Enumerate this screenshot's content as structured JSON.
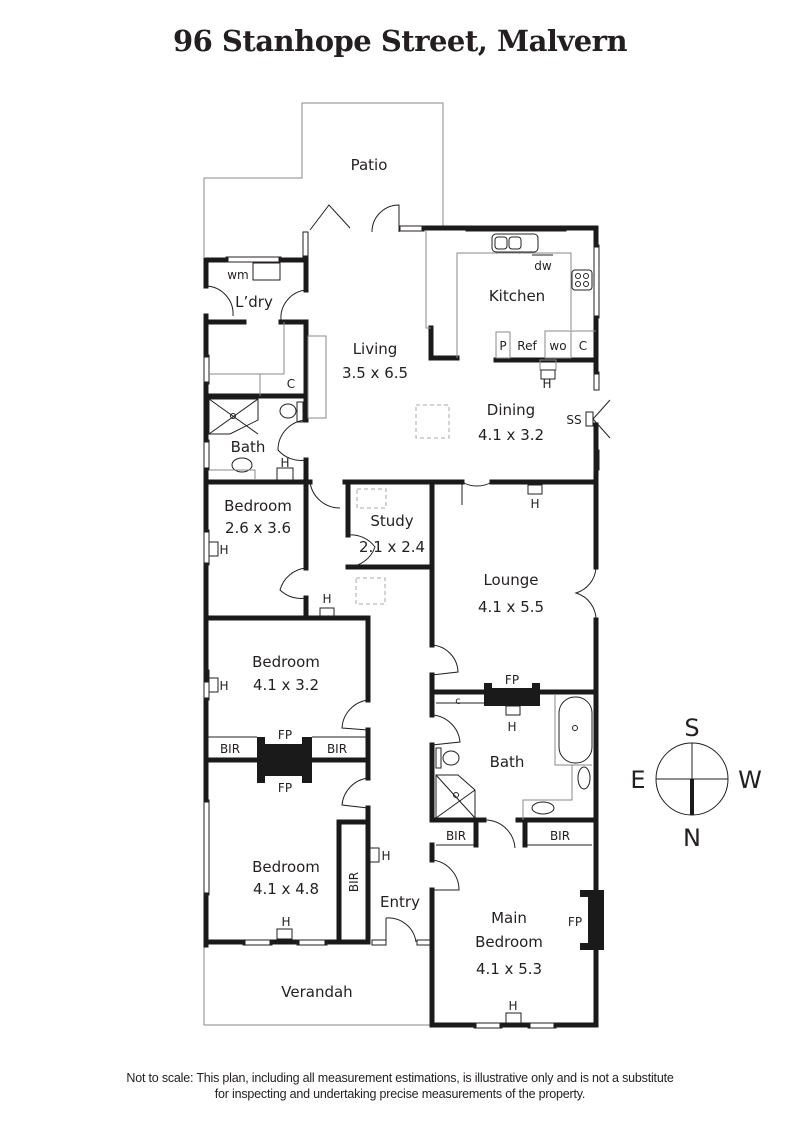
{
  "title": "96 Stanhope Street, Malvern",
  "rooms": {
    "patio": {
      "name": "Patio"
    },
    "laundry": {
      "name": "L’dry",
      "fixtures": [
        "wm"
      ]
    },
    "living": {
      "name": "Living",
      "size": "3.5 x 6.5"
    },
    "kitchen": {
      "name": "Kitchen",
      "fixtures": [
        "dw",
        "P",
        "Ref",
        "wo",
        "C"
      ]
    },
    "dining": {
      "name": "Dining",
      "size": "4.1 x 3.2",
      "fixtures": [
        "SS",
        "H"
      ]
    },
    "bath_rear": {
      "name": "Bath",
      "fixtures": [
        "C",
        "H"
      ]
    },
    "bedroom_1": {
      "name": "Bedroom",
      "size": "2.6 x 3.6",
      "fixtures": [
        "H"
      ]
    },
    "study": {
      "name": "Study",
      "size": "2.1 x 2.4"
    },
    "lounge": {
      "name": "Lounge",
      "size": "4.1 x 5.5",
      "fixtures": [
        "H"
      ]
    },
    "hall": {
      "fixtures": [
        "H"
      ]
    },
    "bedroom_2": {
      "name": "Bedroom",
      "size": "4.1 x 3.2",
      "fixtures": [
        "H",
        "BIR",
        "FP",
        "BIR"
      ]
    },
    "bath_main": {
      "name": "Bath",
      "fixtures": [
        "c",
        "FP",
        "H",
        "BIR",
        "BIR"
      ]
    },
    "bedroom_3": {
      "name": "Bedroom",
      "size": "4.1 x 4.8",
      "fixtures": [
        "FP",
        "BIR",
        "H",
        "H"
      ]
    },
    "entry": {
      "name": "Entry"
    },
    "main_bedroom": {
      "name_line1": "Main",
      "name_line2": "Bedroom",
      "size": "4.1 x 5.3",
      "fixtures": [
        "FP",
        "H"
      ]
    },
    "verandah": {
      "name": "Verandah"
    }
  },
  "compass": {
    "top": "S",
    "left": "E",
    "right": "W",
    "bottom": "N"
  },
  "disclaimer": {
    "line1": "Not to scale: This plan, including all measurement estimations, is illustrative only and is not a substitute",
    "line2": "for inspecting and undertaking precise measurements of the property."
  }
}
